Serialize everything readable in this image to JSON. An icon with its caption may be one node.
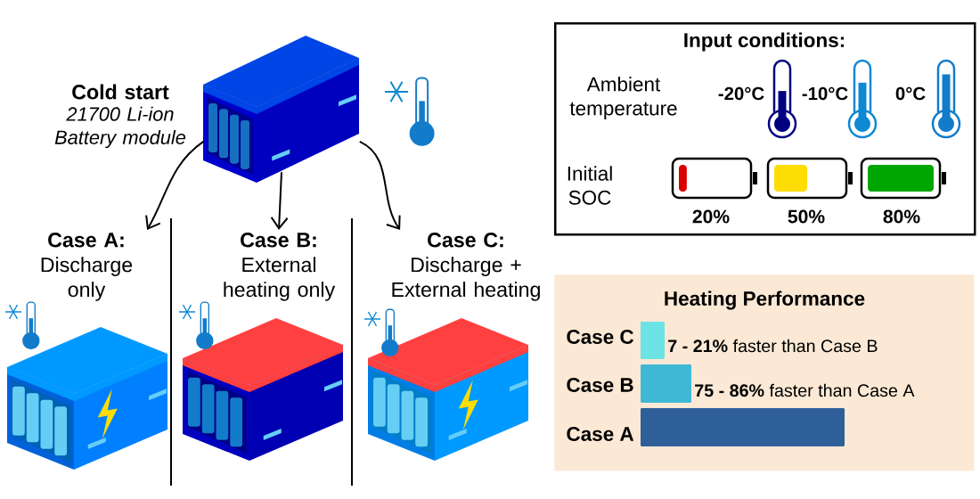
{
  "diagram": {
    "nodes": [
      {
        "text": [],
        "shape": "picture",
        "beside": [
          "Cold start",
          "21700 Li-ion Battery module"
        ]
      },
      {
        "text": [
          "Case A:",
          "Discharge only"
        ]
      },
      {
        "text": [
          "Case B:",
          "External heating only"
        ]
      },
      {
        "text": [
          "Case C:",
          "Discharge + External heating"
        ]
      },
      {
        "text": [
          "Input conditions:"
        ]
      },
      {
        "text": [
          "Heating Performance"
        ]
      }
    ],
    "edges": [
      {
        "from": 0,
        "to": 1,
        "arrow": "to"
      },
      {
        "from": 0,
        "to": 2,
        "arrow": "to"
      },
      {
        "from": 0,
        "to": 3,
        "arrow": "to"
      }
    ],
    "labels": [
      "Ambient temperature",
      "-20°C",
      "-10°C",
      "0°C",
      "Initial SOC",
      "20%",
      "50%",
      "80%",
      "Case C",
      "**7 - 21%** faster than Case B",
      "Case B",
      "**75 - 86%** faster than Case A",
      "Case A"
    ]
  }
}
